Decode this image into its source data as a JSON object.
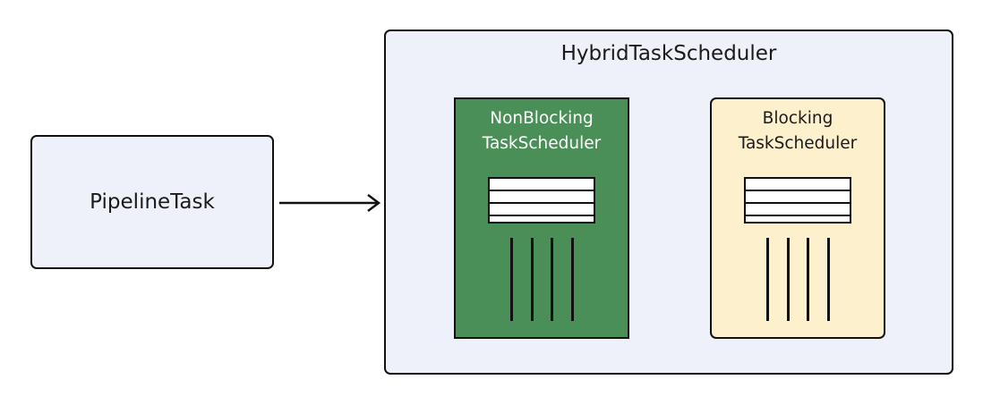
{
  "pipeline_task": {
    "label": "PipelineTask"
  },
  "hybrid_scheduler": {
    "title": "HybridTaskScheduler",
    "schedulers": [
      {
        "title_line1": "NonBlocking",
        "title_line2": "TaskScheduler",
        "fill": "#4a8f57",
        "text_color": "#ffffff"
      },
      {
        "title_line1": "Blocking",
        "title_line2": "TaskScheduler",
        "fill": "#fdf0cd",
        "text_color": "#1a1a1a"
      }
    ]
  },
  "colors": {
    "box_fill": "#eef1f9",
    "stroke": "#111111"
  }
}
